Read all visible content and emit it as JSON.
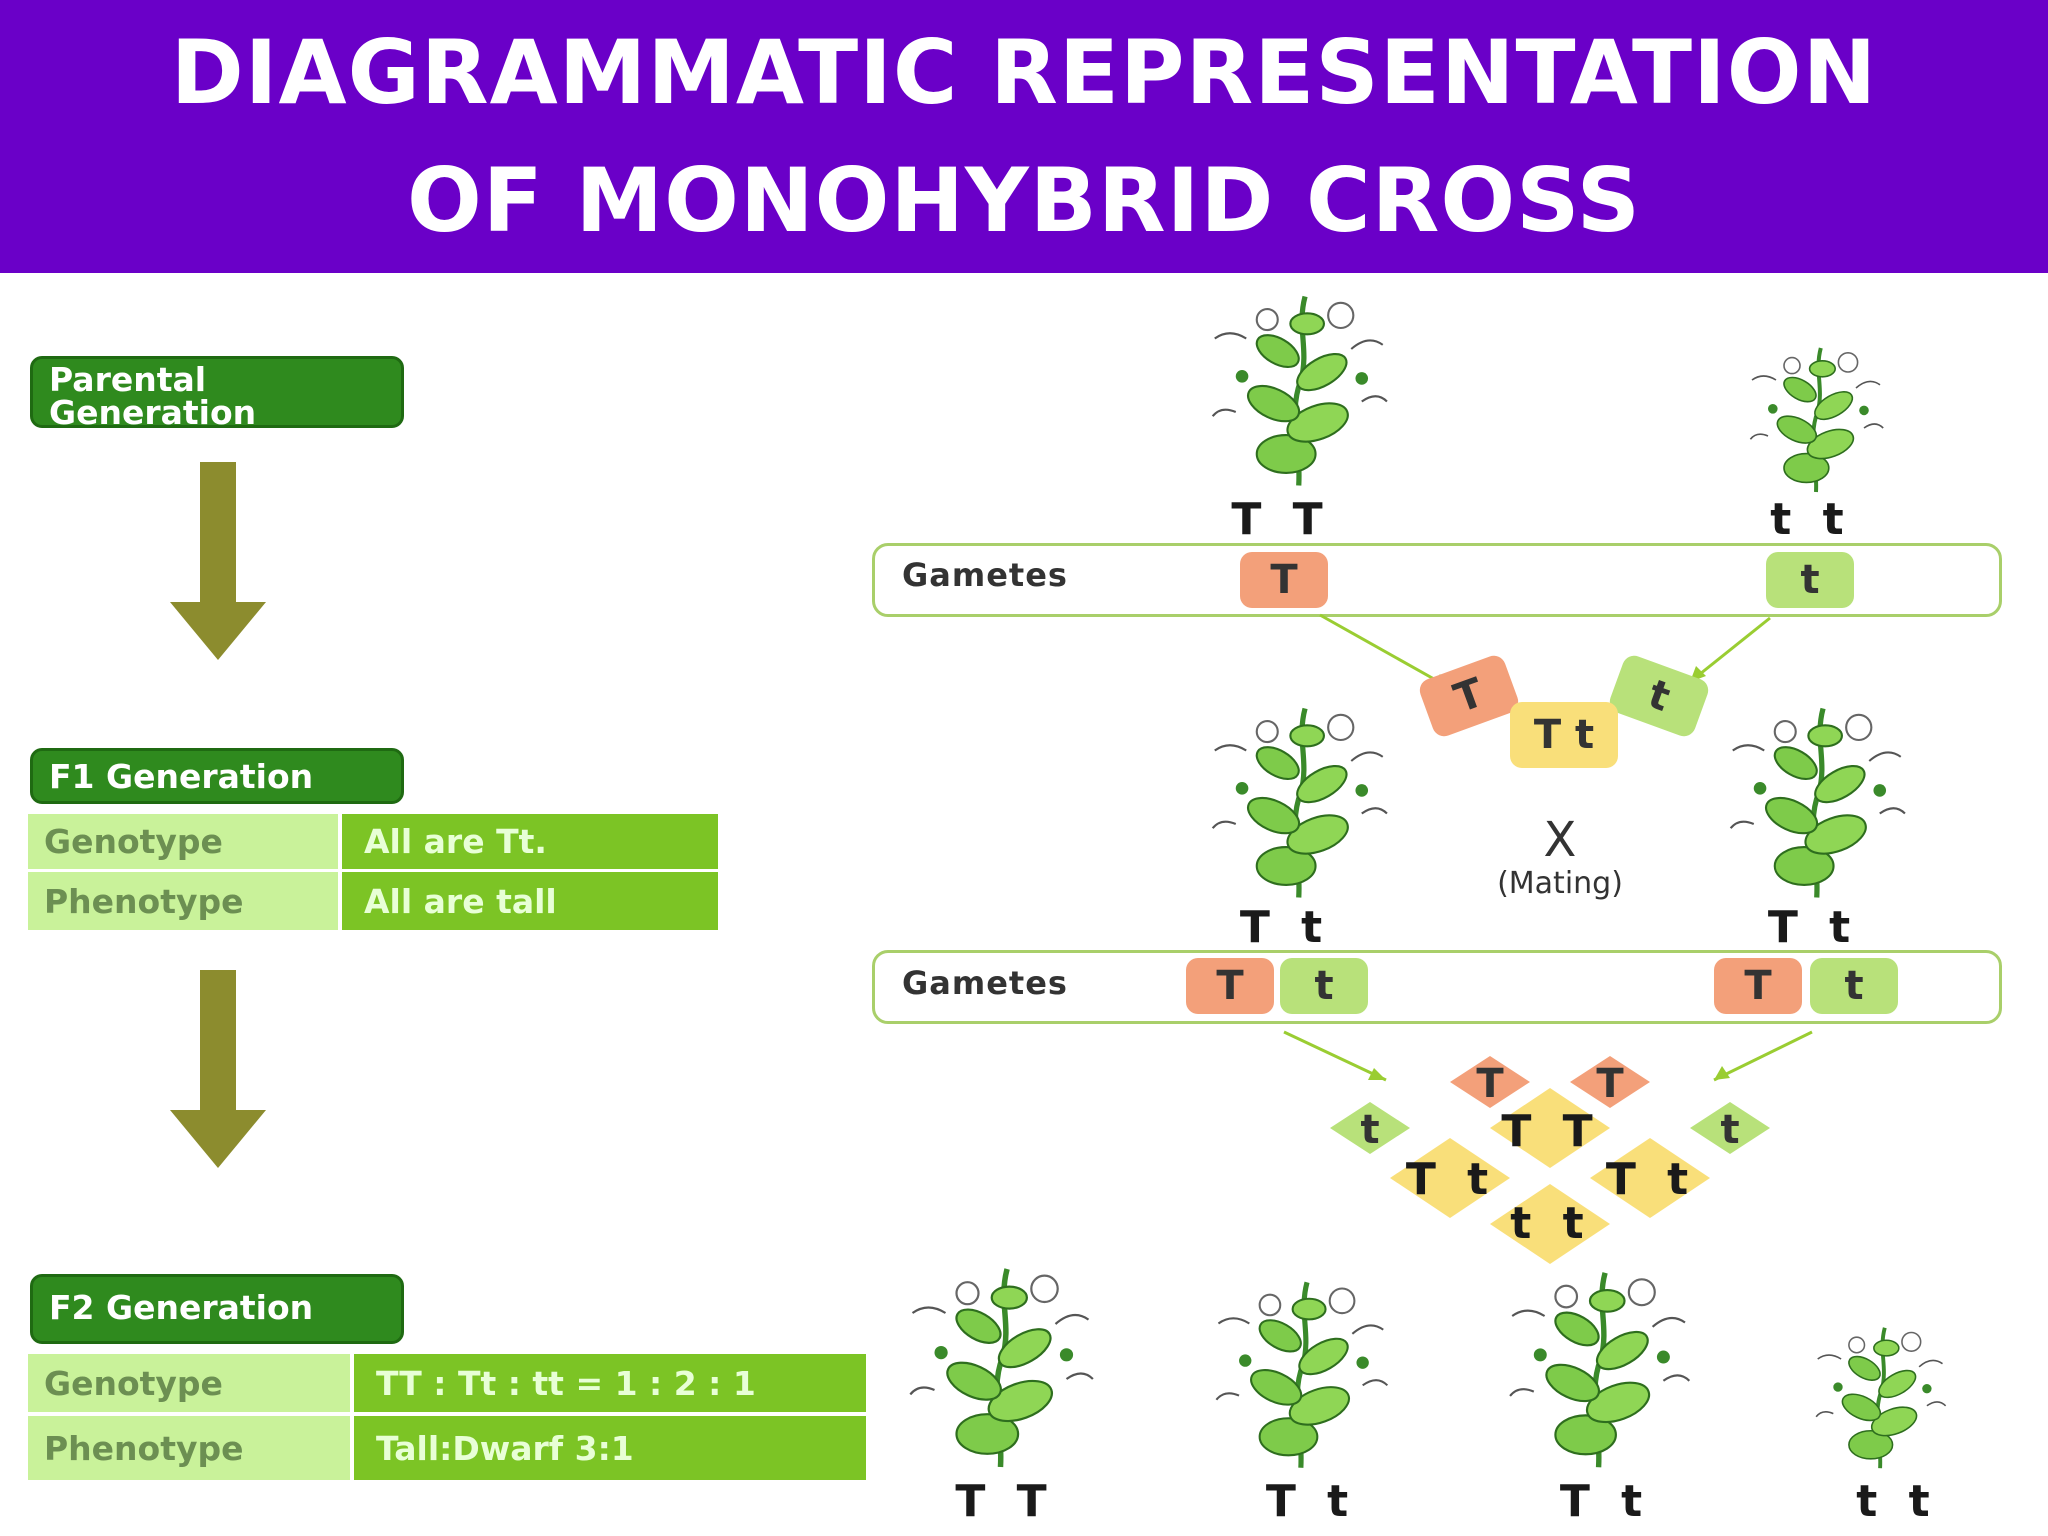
{
  "title": {
    "line1": "DIAGRAMMATIC REPRESENTATION",
    "line2": "OF MONOHYBRID CROSS"
  },
  "left": {
    "parental_label": "Parental Generation",
    "f1_label": "F1 Generation",
    "f1_table": [
      {
        "label": "Genotype",
        "value": "All are Tt."
      },
      {
        "label": "Phenotype",
        "value": "All are tall"
      }
    ],
    "f2_label": "F2 Generation",
    "f2_table": [
      {
        "label": "Genotype",
        "value": "TT : Tt : tt = 1 : 2 : 1"
      },
      {
        "label": "Phenotype",
        "value": "Tall:Dwarf 3:1"
      }
    ]
  },
  "right": {
    "parents": [
      "T T",
      "t t"
    ],
    "gametes_label": "Gametes",
    "parent_gametes": [
      "T",
      "t"
    ],
    "f1_diamond": {
      "left": "T",
      "right": "t",
      "center": "T t"
    },
    "f1_plants": [
      "T t",
      "T t"
    ],
    "cross_symbol": "X",
    "mating_label": "(Mating)",
    "f1_gametes": [
      "T",
      "t",
      "T",
      "t"
    ],
    "punnett": {
      "top_left": "T",
      "top_right": "T",
      "left": "t",
      "right": "t",
      "cells": [
        "T T",
        "T t",
        "T t",
        "t t"
      ]
    },
    "f2_plants": [
      "T T",
      "T t",
      "T t",
      "t t"
    ]
  },
  "colors": {
    "banner": "#6a00c8",
    "gen_box": "#2f8a1e",
    "table_label": "#c9f29a",
    "table_value": "#7cc425",
    "arrow": "#8c8c2e",
    "dominant_chip": "#f3a07a",
    "recessive_chip": "#b8e17a",
    "zygote_chip": "#f9df7a"
  }
}
